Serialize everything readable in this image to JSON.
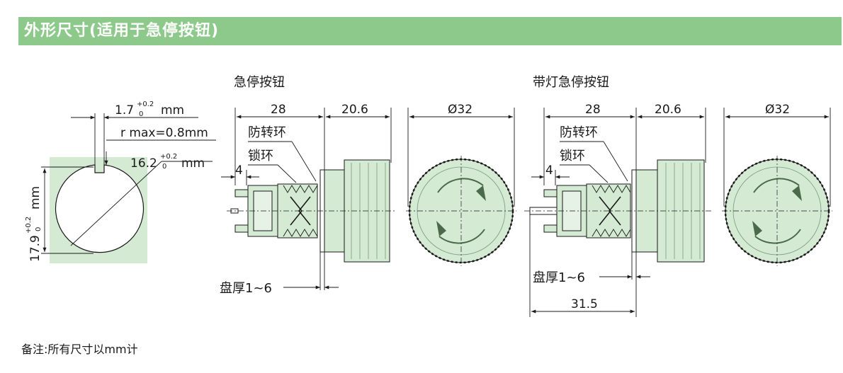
{
  "header": {
    "title": "外形尺寸(适用于急停按钮)"
  },
  "cutout": {
    "width_label": "1.7",
    "width_tol_upper": "+0.2",
    "width_tol_lower": "0",
    "width_unit": "mm",
    "radius_label": "r max=0.8mm",
    "chord_label": "16.2",
    "chord_tol_upper": "+0.2",
    "chord_tol_lower": "0",
    "chord_unit": "mm",
    "height_label": "17.9",
    "height_tol_upper": "+0.2",
    "height_tol_lower": "0",
    "height_unit": "mm"
  },
  "views": [
    {
      "title": "急停按钮",
      "body_length": "28",
      "head_length": "20.6",
      "diameter": "Ø32",
      "anti_rotation_ring": "防转环",
      "lock_ring": "锁环",
      "terminal_offset": "4",
      "panel_thickness": "盘厚1~6"
    },
    {
      "title": "带灯急停按钮",
      "body_length": "28",
      "head_length": "20.6",
      "diameter": "Ø32",
      "anti_rotation_ring": "防转环",
      "lock_ring": "锁环",
      "terminal_offset": "4",
      "panel_thickness": "盘厚1~6",
      "overall_length": "31.5"
    }
  ],
  "note": "备注:所有尺寸以mm计",
  "colors": {
    "header": "#8cc98a",
    "part_fill": "#d4ead3",
    "line": "#1a1a1a"
  }
}
